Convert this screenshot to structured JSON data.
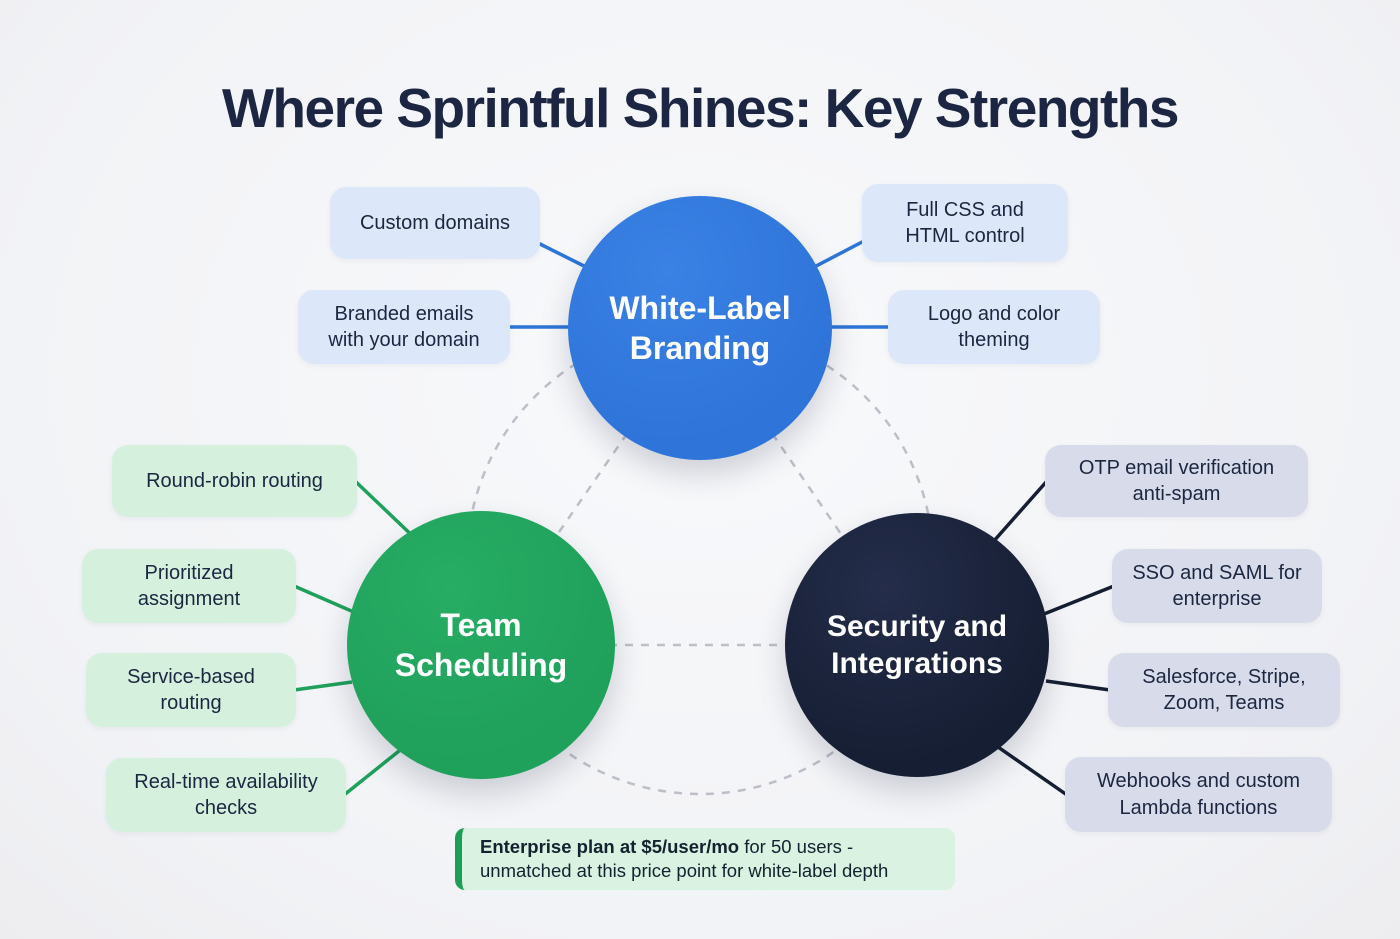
{
  "title": "Where Sprintful Shines: Key Strengths",
  "colors": {
    "background": "#f5f6f8",
    "title": "#1c2642",
    "blue": "#2e74d9",
    "blue_light": "#dce8fa",
    "green": "#1fa05b",
    "green_light": "#d5f1de",
    "dark": "#161e33",
    "dark_light": "#d8dcea",
    "note_bg": "#d9f2e1",
    "note_bar": "#1d9e56",
    "text_dark": "#1b2640",
    "dash": "#bcbfc8"
  },
  "hubs": {
    "branding": {
      "label": "White-Label Branding",
      "items": [
        {
          "label": "Custom domains"
        },
        {
          "label": "Full CSS and HTML control"
        },
        {
          "label": "Branded emails with your domain"
        },
        {
          "label": "Logo and color theming"
        }
      ]
    },
    "scheduling": {
      "label": "Team Scheduling",
      "items": [
        {
          "label": "Round-robin routing"
        },
        {
          "label": "Prioritized assignment"
        },
        {
          "label": "Service-based routing"
        },
        {
          "label": "Real-time availability checks"
        }
      ]
    },
    "security": {
      "label": "Security and Integrations",
      "items": [
        {
          "label": "OTP email verification anti-spam"
        },
        {
          "label": "SSO and SAML for enterprise"
        },
        {
          "label": "Salesforce, Stripe, Zoom, Teams"
        },
        {
          "label": "Webhooks and custom Lambda functions"
        }
      ]
    }
  },
  "note": {
    "bold": "Enterprise plan at $5/user/mo",
    "rest1": " for 50 users -",
    "line2": "unmatched at this price point for white-label depth"
  }
}
